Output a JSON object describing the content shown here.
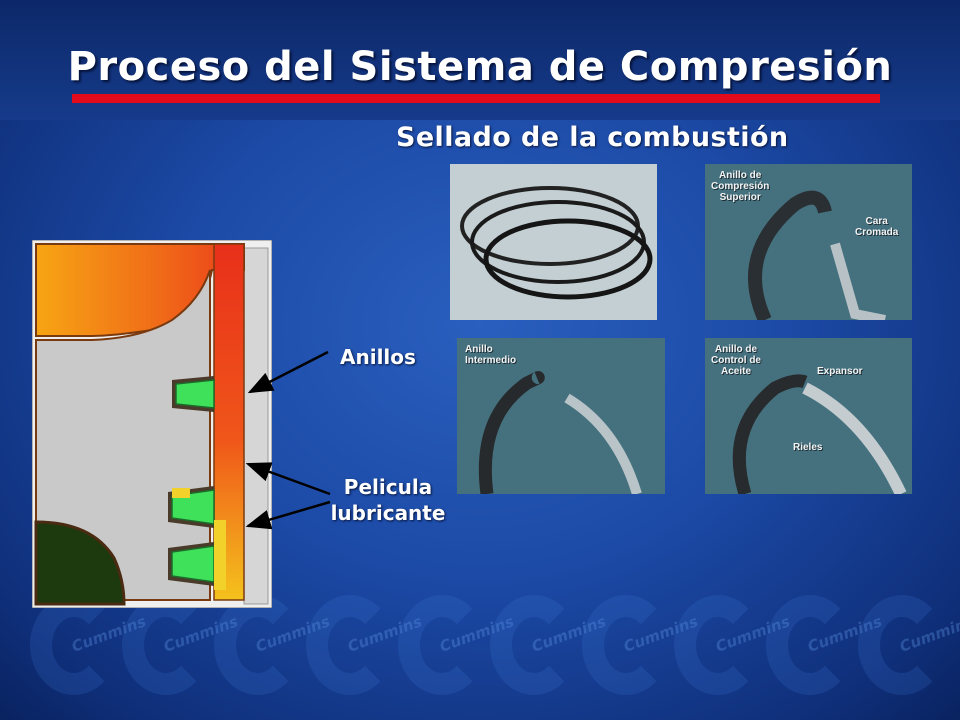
{
  "slide": {
    "title": "Proceso del Sistema de Compresión",
    "subtitle": "Sellado de la combustión"
  },
  "callouts": {
    "rings": "Anillos",
    "film_line1": "Pelicula",
    "film_line2": "lubricante"
  },
  "photos": {
    "top_compression": {
      "label_line1": "Anillo de",
      "label_line2": "Compresión",
      "label_line3": "Superior",
      "face_line1": "Cara",
      "face_line2": "Cromada"
    },
    "intermediate": {
      "label_line1": "Anillo",
      "label_line2": "Intermedio"
    },
    "oil_control": {
      "label_line1": "Anillo de",
      "label_line2": "Control de",
      "label_line3": "Aceite",
      "expander": "Expansor",
      "rails": "Rieles"
    }
  },
  "watermark": {
    "brand": "Cummins"
  },
  "colors": {
    "title_rule": "#e30a1b",
    "ring_green": "#3fe05a",
    "hot_orange": "#f0561a",
    "film_yellow": "#f2d22a"
  }
}
